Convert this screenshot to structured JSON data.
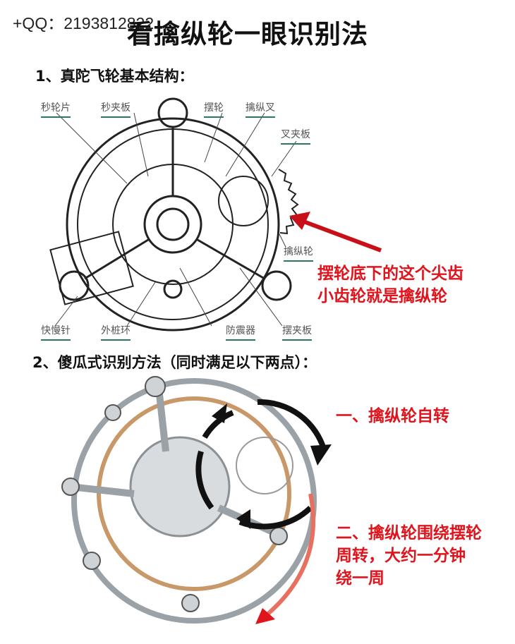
{
  "watermark": "+QQ：2193812822",
  "title": "看擒纵轮一眼识别法",
  "section1": {
    "heading": "1、真陀飞轮基本结构：",
    "labels": [
      "秒轮片",
      "秒夹板",
      "摆轮",
      "擒纵叉",
      "叉夹板",
      "擒纵轮",
      "快慢针",
      "外桩环",
      "防震器",
      "摆夹板"
    ],
    "annotation": [
      "摆轮底下的这个尖齿",
      "小齿轮就是擒纵轮"
    ]
  },
  "section2": {
    "heading": "2、傻瓜式识别方法（同时满足以下两点）：",
    "point1": "一、擒纵轮自转",
    "point2": [
      "二、擒纵轮围绕摆轮",
      "周转，大约一分钟",
      "绕一周"
    ]
  },
  "colors": {
    "red": "#e0141c",
    "label_underline": "#2a7a5a"
  }
}
